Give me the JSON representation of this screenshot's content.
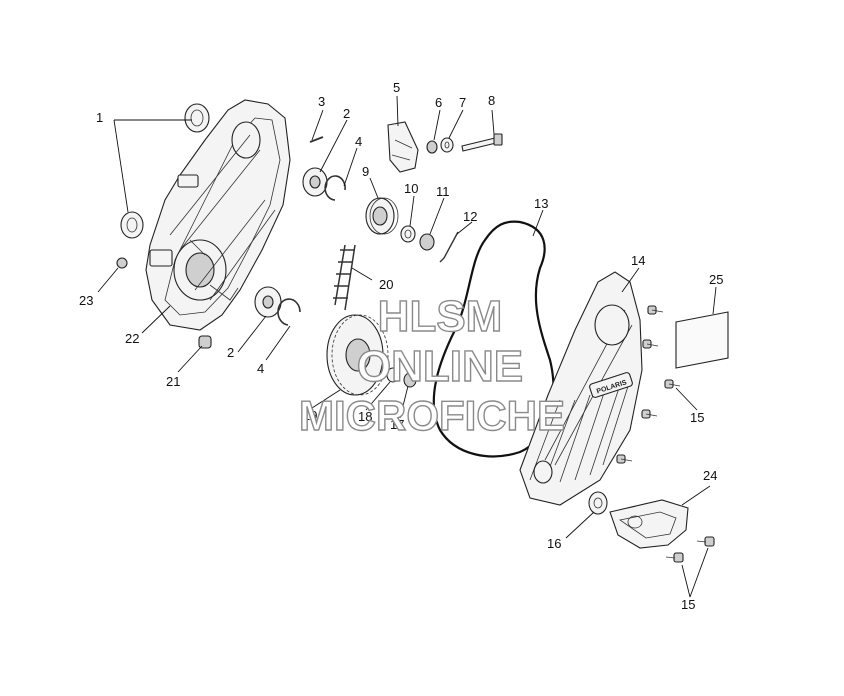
{
  "callouts": [
    {
      "id": "c1",
      "text": "1"
    },
    {
      "id": "c2a",
      "text": "2"
    },
    {
      "id": "c2b",
      "text": "2"
    },
    {
      "id": "c3",
      "text": "3"
    },
    {
      "id": "c4a",
      "text": "4"
    },
    {
      "id": "c4b",
      "text": "4"
    },
    {
      "id": "c5",
      "text": "5"
    },
    {
      "id": "c6",
      "text": "6"
    },
    {
      "id": "c7",
      "text": "7"
    },
    {
      "id": "c8",
      "text": "8"
    },
    {
      "id": "c9",
      "text": "9"
    },
    {
      "id": "c10",
      "text": "10"
    },
    {
      "id": "c11",
      "text": "11"
    },
    {
      "id": "c12",
      "text": "12"
    },
    {
      "id": "c13",
      "text": "13"
    },
    {
      "id": "c14",
      "text": "14"
    },
    {
      "id": "c15a",
      "text": "15"
    },
    {
      "id": "c15b",
      "text": "15"
    },
    {
      "id": "c16",
      "text": "16"
    },
    {
      "id": "c17",
      "text": "17"
    },
    {
      "id": "c18",
      "text": "18"
    },
    {
      "id": "c19",
      "text": "19"
    },
    {
      "id": "c20",
      "text": "20"
    },
    {
      "id": "c21",
      "text": "21"
    },
    {
      "id": "c22",
      "text": "22"
    },
    {
      "id": "c23",
      "text": "23"
    },
    {
      "id": "c24",
      "text": "24"
    },
    {
      "id": "c25",
      "text": "25"
    }
  ],
  "watermark": {
    "line1": "HLSM",
    "line2": "ONLINE",
    "line3": "MICROFICHE"
  },
  "cover_logo": "POLARIS",
  "colors": {
    "ink": "#111111",
    "watermark_outline": "#8a8a8a",
    "background": "#ffffff"
  }
}
